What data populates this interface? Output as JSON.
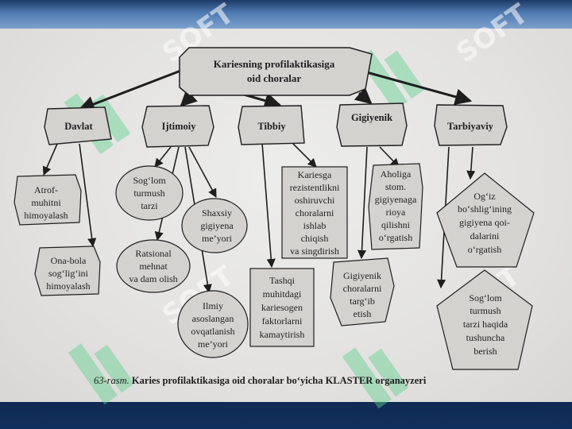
{
  "root": {
    "lines": [
      "Kariesning profilaktikasiga",
      "oid choralar"
    ]
  },
  "categories": [
    {
      "id": "davlat",
      "label": "Davlat"
    },
    {
      "id": "ijtimoiy",
      "label": "Ijtimoiy"
    },
    {
      "id": "tibbiy",
      "label": "Tibbiy"
    },
    {
      "id": "gigiyenik",
      "label": "Gigiyenik"
    },
    {
      "id": "tarbiyaviy",
      "label": "Tarbiyaviy"
    }
  ],
  "leaves": [
    {
      "id": "atrof",
      "lines": [
        "Atrof-",
        "muhitni",
        "himoyalash"
      ]
    },
    {
      "id": "onabola",
      "lines": [
        "Ona-bola",
        "sog‘lig‘ini",
        "himoyalash"
      ]
    },
    {
      "id": "soglom",
      "lines": [
        "Sog‘lom",
        "turmush",
        "tarzi"
      ]
    },
    {
      "id": "shaxsiy",
      "lines": [
        "Shaxsiy",
        "gigiyena",
        "me’yori"
      ]
    },
    {
      "id": "ratsional",
      "lines": [
        "Ratsional",
        "mehnat",
        "va dam olish"
      ]
    },
    {
      "id": "ilmiy",
      "lines": [
        "Ilmiy",
        "asoslangan",
        "ovqatlanish",
        "me’yori"
      ]
    },
    {
      "id": "kariesga",
      "lines": [
        "Kariesga",
        "rezistentlikni",
        "oshiruvchi",
        "choralarni",
        "ishlab",
        "chiqish",
        "va singdirish"
      ]
    },
    {
      "id": "tashqi",
      "lines": [
        "Tashqi",
        "muhitdagi",
        "kariesogen",
        "faktorlarni",
        "kamaytirish"
      ]
    },
    {
      "id": "aholiga",
      "lines": [
        "Aholiga",
        "stom.",
        "gigiyenaga",
        "rioya",
        "qilishni",
        "o‘rgatish"
      ]
    },
    {
      "id": "gigiyenik-choralar",
      "lines": [
        "Gigiyenik",
        "choralarni",
        "targ‘ib",
        "etish"
      ]
    },
    {
      "id": "ogiz",
      "lines": [
        "Og‘iz",
        "bo‘shlig‘ining",
        "gigiyena qoi-",
        "dalarini",
        "o‘rgatish"
      ]
    },
    {
      "id": "soglom-tarzi",
      "lines": [
        "Sog‘lom",
        "turmush",
        "tarzi haqida",
        "tushuncha",
        "berish"
      ]
    }
  ],
  "caption": {
    "number": "63-rasm.",
    "text": "Karies profilaktikasiga oid choralar bo‘yicha KLASTER organayzeri"
  },
  "watermark": {
    "text": "SOFT"
  },
  "colors": {
    "band_top": "#4f7bb2",
    "band_bottom": "#12305c",
    "paper": "#e3e2e0",
    "box_fill": "#d3d2cf",
    "ink": "#1e1e1e",
    "watermark": "#5fd08e"
  }
}
